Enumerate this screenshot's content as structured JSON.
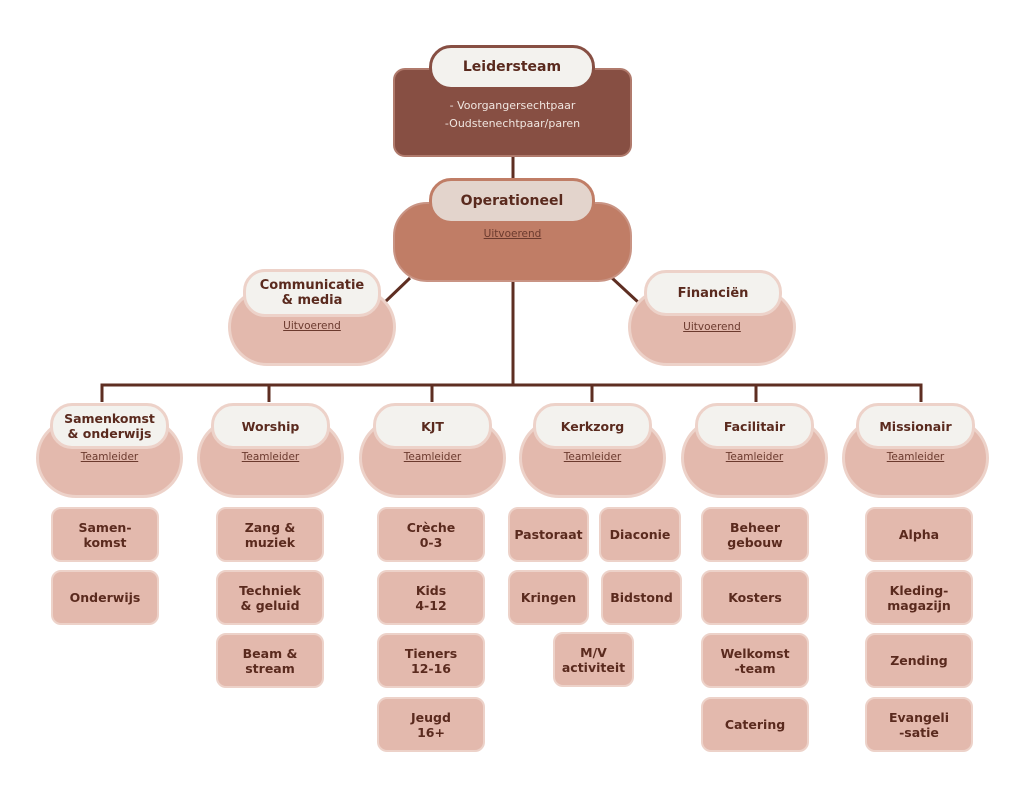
{
  "colors": {
    "line": "#5e2e22",
    "leader_fill": "#874f43",
    "operational_fill": "#c07d66",
    "team_fill": "#e3b9ad",
    "pill_fill": "#f3f2ee",
    "text": "#5a2a1e"
  },
  "leadership": {
    "title": "Leidersteam",
    "lines": [
      "- Voorgangersechtpaar",
      "-Oudstenechtpaar/paren"
    ]
  },
  "operational": {
    "title": "Operationeel",
    "subtitle": "Uitvoerend"
  },
  "side_units": [
    {
      "title": "Communicatie\n& media",
      "subtitle": "Uitvoerend"
    },
    {
      "title": "Financiën",
      "subtitle": "Uitvoerend"
    }
  ],
  "teams": [
    {
      "title": "Samenkomst\n& onderwijs",
      "subtitle": "Teamleider",
      "items": [
        "Samen-\nkomst",
        "Onderwijs"
      ]
    },
    {
      "title": "Worship",
      "subtitle": "Teamleider",
      "items": [
        "Zang &\nmuziek",
        "Techniek\n& geluid",
        "Beam &\nstream"
      ]
    },
    {
      "title": "KJT",
      "subtitle": "Teamleider",
      "items": [
        "Crèche\n0-3",
        "Kids\n4-12",
        "Tieners\n12-16",
        "Jeugd\n16+"
      ]
    },
    {
      "title": "Kerkzorg",
      "subtitle": "Teamleider",
      "items": [
        "Pastoraat",
        "Diaconie",
        "Kringen",
        "Bidstond",
        "M/V\nactiviteit"
      ]
    },
    {
      "title": "Facilitair",
      "subtitle": "Teamleider",
      "items": [
        "Beheer\ngebouw",
        "Kosters",
        "Welkomst\n-team",
        "Catering"
      ]
    },
    {
      "title": "Missionair",
      "subtitle": "Teamleider",
      "items": [
        "Alpha",
        "Kleding-\nmagazijn",
        "Zending",
        "Evangeli\n-satie"
      ]
    }
  ]
}
